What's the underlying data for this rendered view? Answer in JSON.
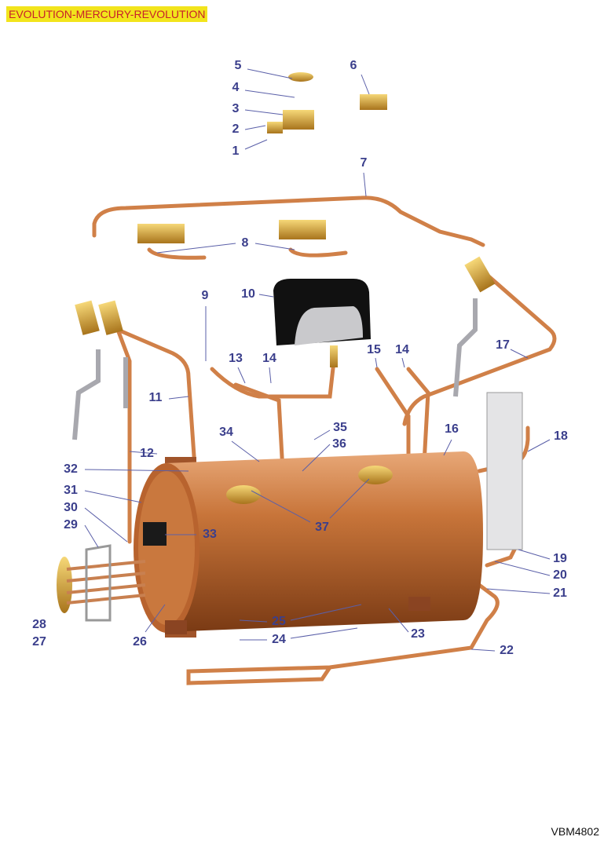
{
  "title": "EVOLUTION-MERCURY-REVOLUTION",
  "drawing_code": "VBM4802",
  "colors": {
    "title_bg": "#f2e41c",
    "title_text": "#c8202a",
    "label": "#3b3f8c",
    "copper": "#c8753a",
    "brass": "#d9a63a"
  },
  "labels": [
    "5",
    "4",
    "3",
    "2",
    "1",
    "6",
    "7",
    "8",
    "9",
    "10",
    "13",
    "14",
    "15",
    "14",
    "17",
    "11",
    "12",
    "16",
    "18",
    "34",
    "35",
    "36",
    "32",
    "31",
    "30",
    "29",
    "33",
    "37",
    "19",
    "20",
    "21",
    "28",
    "27",
    "26",
    "25",
    "24",
    "23",
    "22"
  ]
}
